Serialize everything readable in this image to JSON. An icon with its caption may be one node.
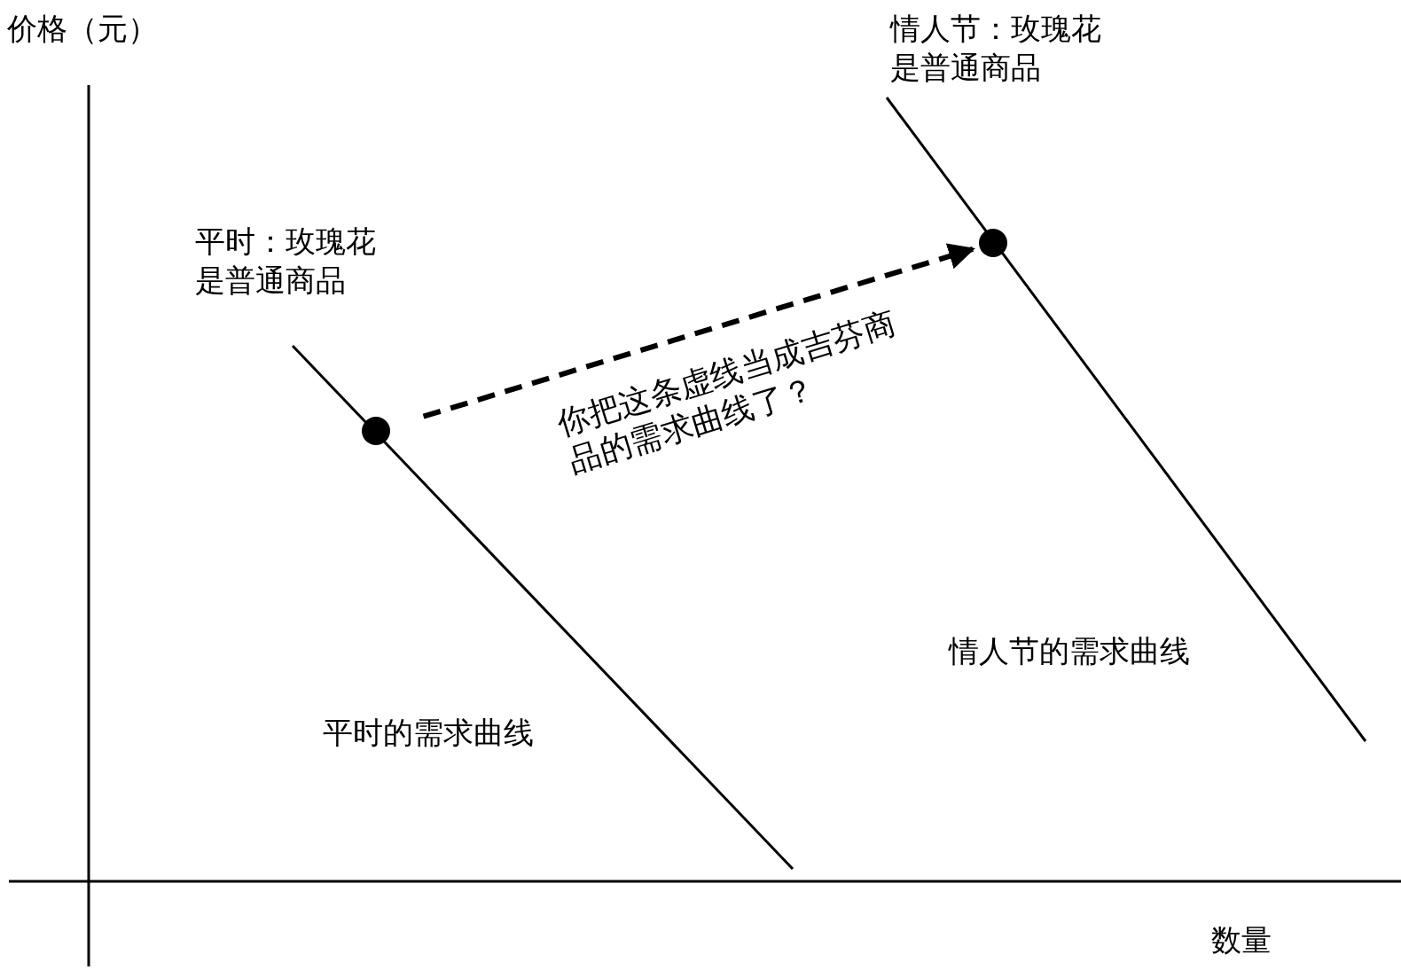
{
  "diagram": {
    "nodes": [
      {
        "text": [],
        "shape": "circle"
      },
      {
        "text": [],
        "shape": "circle"
      }
    ],
    "edges": [
      {
        "from": 0,
        "to": 1,
        "arrow": "to",
        "style": "dashed",
        "label": "你把这条虚线当成吉芬商品的需求曲线了？"
      }
    ],
    "labels": [
      "价格（元）",
      "情人节：玫瑰花是普通商品",
      "平时：玫瑰花是普通商品",
      "情人节的需求曲线",
      "平时的需求曲线",
      "数量"
    ]
  }
}
